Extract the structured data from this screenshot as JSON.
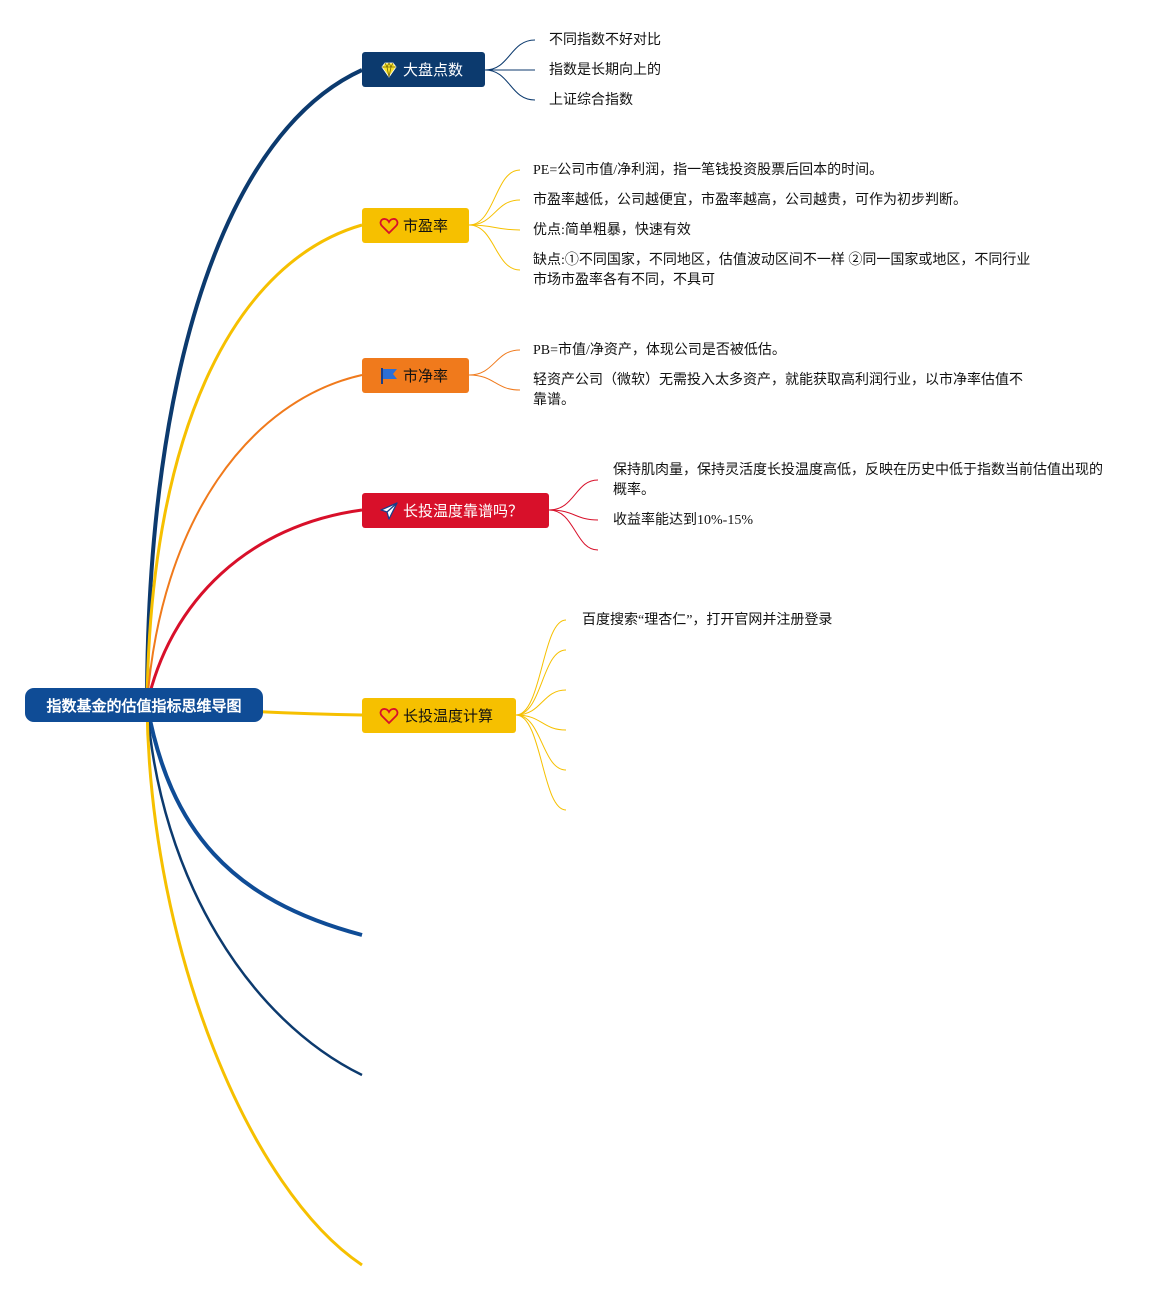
{
  "root": {
    "label": "指数基金的估值指标思维导图"
  },
  "colors": {
    "navy": "#0c3a6e",
    "gold": "#f6c000",
    "orange": "#f07a1c",
    "red": "#d8102a",
    "rootblue": "#0f4c96"
  },
  "topics": [
    {
      "label": "大盘点数",
      "icon": "diamond-icon",
      "leaves": [
        "不同指数不好对比",
        "指数是长期向上的",
        "上证综合指数"
      ]
    },
    {
      "label": "市盈率",
      "icon": "heart-icon",
      "leaves": [
        "PE=公司市值/净利润，指一笔钱投资股票后回本的时间。",
        "市盈率越低，公司越便宜，市盈率越高，公司越贵，可作为初步判断。",
        "优点:简单粗暴，快速有效",
        "缺点:①不同国家，不同地区，估值波动区间不一样 ②同一国家或地区，不同行业市场市盈率各有不同，不具可"
      ]
    },
    {
      "label": "市净率",
      "icon": "flag-icon",
      "leaves": [
        "PB=市值/净资产，体现公司是否被低估。",
        "轻资产公司（微软）无需投入太多资产，就能获取高利润行业，以市净率估值不靠谱。"
      ]
    },
    {
      "label": "长投温度靠谱吗？",
      "icon": "paper-plane-icon",
      "leaves": [
        "保持肌肉量，保持灵活度长投温度高低，反映在历史中低于指数当前估值出现的概率。",
        "收益率能达到10%-15%"
      ]
    },
    {
      "label": "长投温度计算",
      "icon": "heart-icon",
      "leaves": [
        "百度搜索“理杏仁”，打开官网并注册登录"
      ]
    }
  ]
}
